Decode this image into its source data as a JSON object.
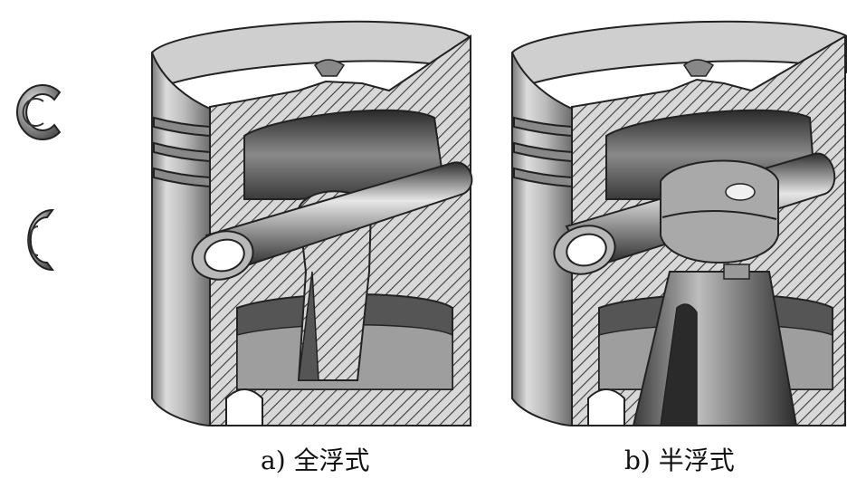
{
  "figure": {
    "captions": {
      "a": "a) 全浮式",
      "b": "b) 半浮式"
    },
    "clips": [
      {
        "name": "retaining-clip-open"
      },
      {
        "name": "retaining-clip-closed"
      }
    ]
  }
}
